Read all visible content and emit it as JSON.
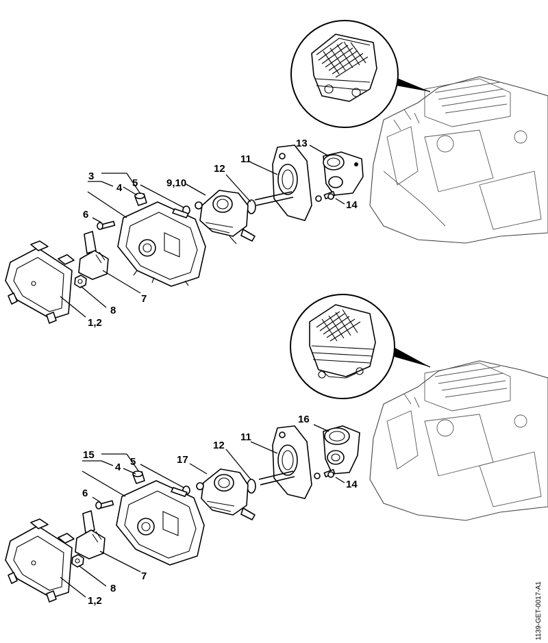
{
  "document_code": "1139-GET-0017-A1",
  "callouts_upper": {
    "c3": "3",
    "c4": "4",
    "c5": "5",
    "c6": "6",
    "c7": "7",
    "c8": "8",
    "c9_10": "9,10",
    "c11": "11",
    "c12": "12",
    "c13": "13",
    "c14": "14",
    "c1_2": "1,2"
  },
  "callouts_lower": {
    "c15": "15",
    "c4": "4",
    "c5": "5",
    "c6": "6",
    "c7": "7",
    "c8": "8",
    "c17": "17",
    "c11": "11",
    "c12": "12",
    "c16": "16",
    "c14": "14",
    "c1_2": "1,2"
  }
}
